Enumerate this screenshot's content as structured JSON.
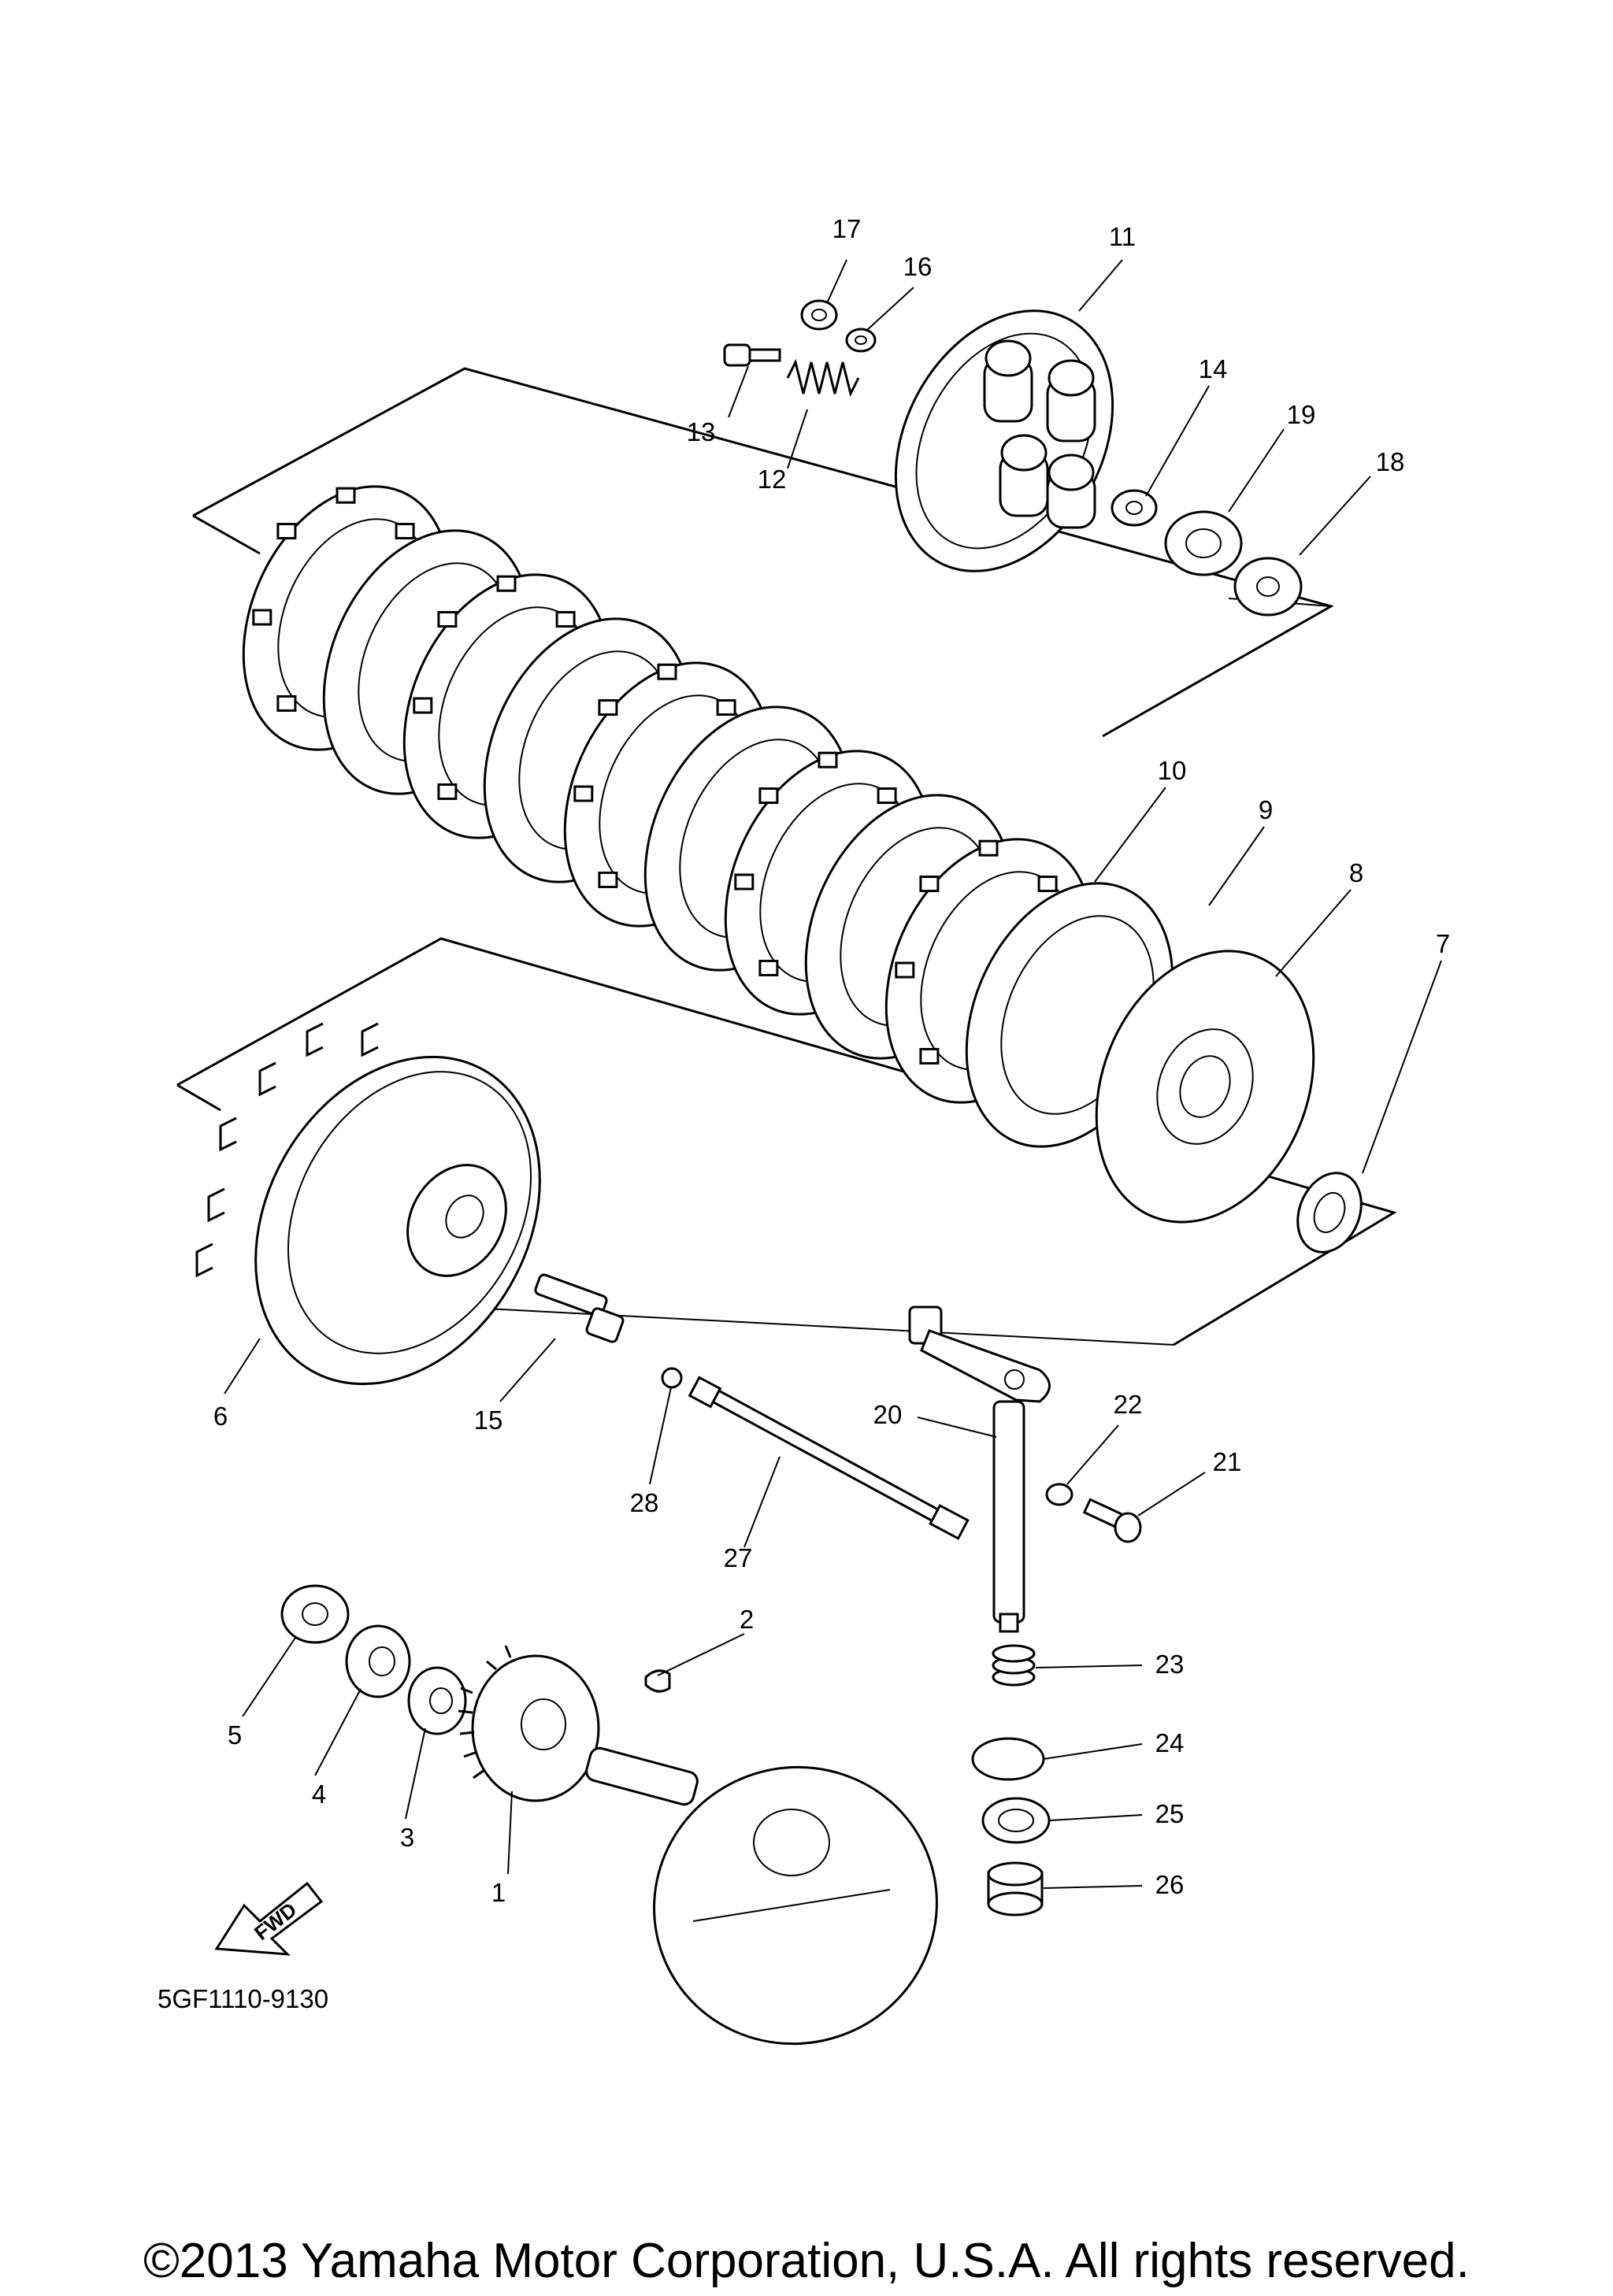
{
  "diagram": {
    "part_code": "5GF1110-9130",
    "fwd_label": "FWD",
    "copyright": "©2013 Yamaha Motor Corporation, U.S.A. All rights reserved.",
    "callouts": [
      "1",
      "2",
      "3",
      "4",
      "5",
      "6",
      "7",
      "8",
      "9",
      "10",
      "11",
      "12",
      "13",
      "14",
      "15",
      "16",
      "17",
      "18",
      "19",
      "20",
      "21",
      "22",
      "23",
      "24",
      "25",
      "26",
      "27",
      "28"
    ]
  }
}
